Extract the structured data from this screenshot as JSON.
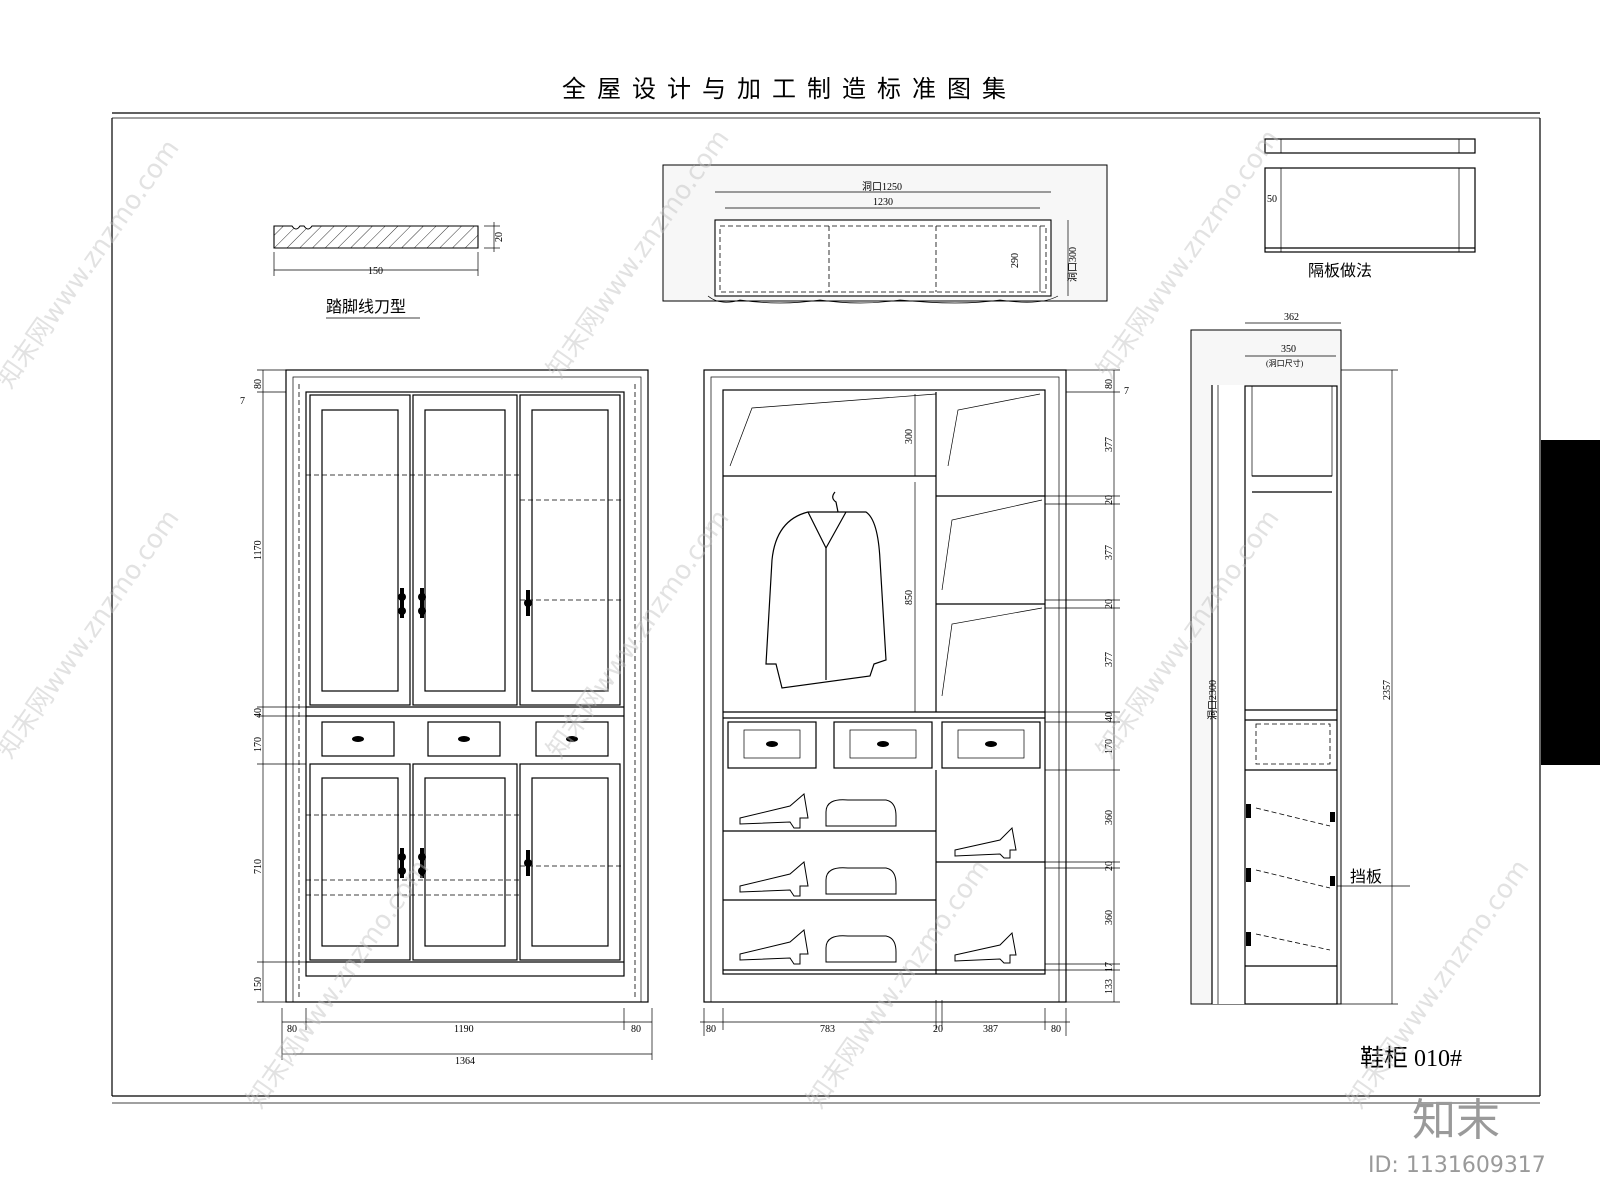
{
  "page_title": "全屋设计与加工制造标准图集",
  "sheet_label": "鞋柜 010#",
  "labels": {
    "skirting": "踏脚线刀型",
    "shelf_method": "隔板做法",
    "baffle": "挡板"
  },
  "skirting_dims": {
    "width": "150",
    "height": "20"
  },
  "plan_dims": {
    "opening": "洞口1250",
    "inner": "1230",
    "depth": "290",
    "opening_depth": "洞口300"
  },
  "shelf_dims": {
    "edge": "50"
  },
  "side_dims": {
    "top_outer": "362",
    "top_inner": "350",
    "top_note": "(洞口尺寸)",
    "opening_h": "洞口2300",
    "total_h": "2357"
  },
  "front_dims": {
    "left": [
      "80",
      "1170",
      "40",
      "170",
      "710",
      "150"
    ],
    "bottom": [
      "80",
      "1190",
      "80"
    ],
    "overall": "1364",
    "small": "7"
  },
  "section_dims": {
    "right": [
      "80",
      "377",
      "20",
      "377",
      "20",
      "377",
      "40",
      "170",
      "360",
      "20",
      "360",
      "17",
      "133"
    ],
    "inner_left": "300",
    "inner_mid": "850",
    "bottom": [
      "80",
      "783",
      "20",
      "387",
      "80"
    ],
    "small": "7"
  },
  "watermark": {
    "text": "知末网www.znzmo.com",
    "brand": "知末",
    "id": "ID: 1131609317"
  }
}
